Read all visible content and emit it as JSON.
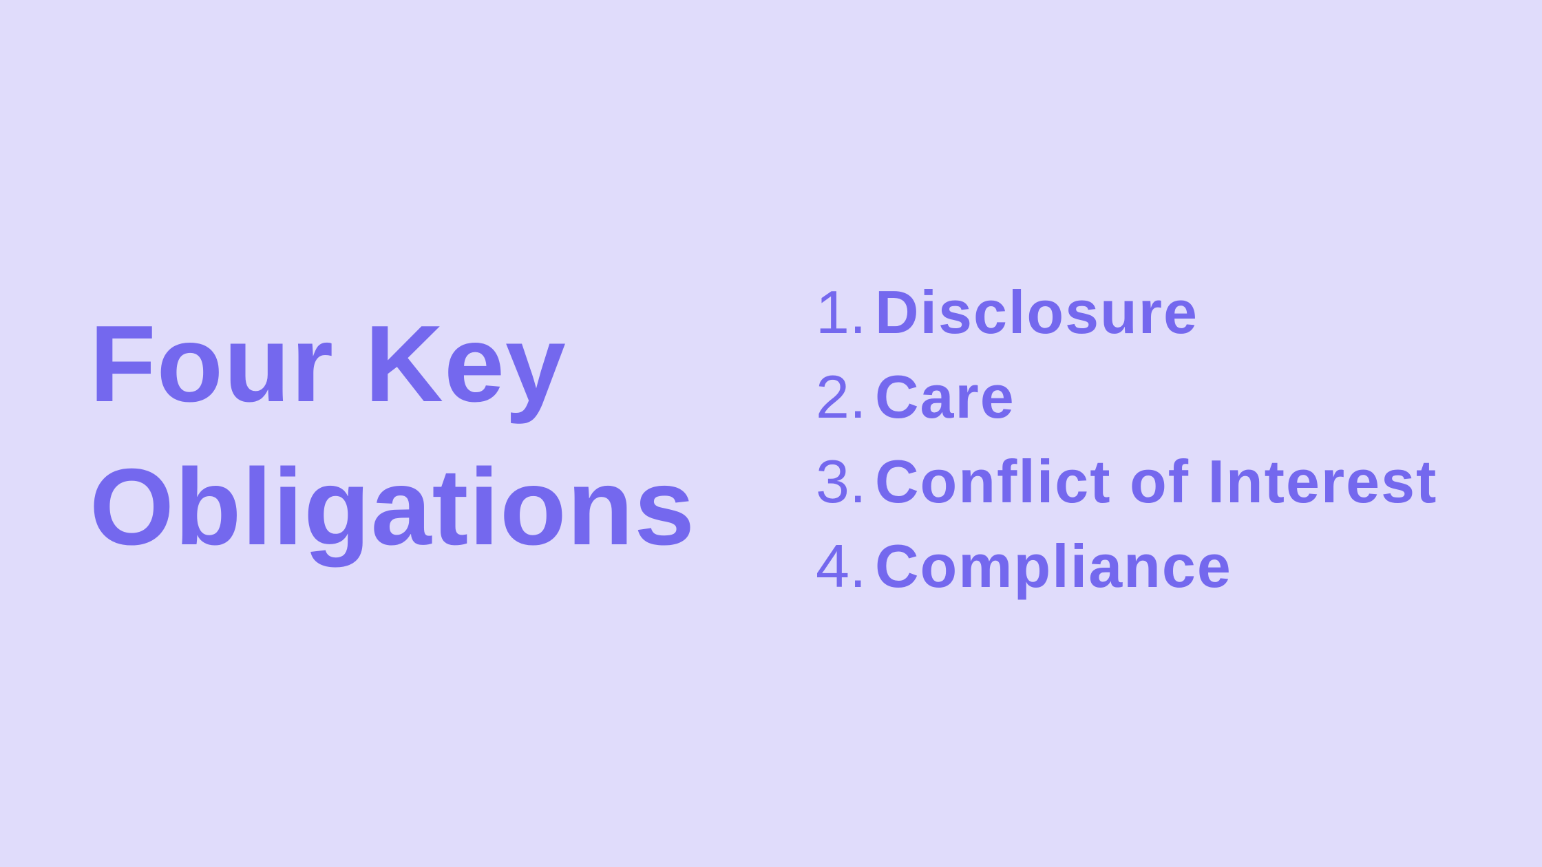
{
  "slide": {
    "title_lines": [
      "Four Key",
      "Obligations"
    ],
    "items": [
      {
        "number": "1.",
        "label": "Disclosure"
      },
      {
        "number": "2.",
        "label": "Care"
      },
      {
        "number": "3.",
        "label": "Conflict of Interest"
      },
      {
        "number": "4.",
        "label": "Compliance"
      }
    ],
    "colors": {
      "background": "#e0dcfb",
      "accent": "#7468ee"
    }
  }
}
